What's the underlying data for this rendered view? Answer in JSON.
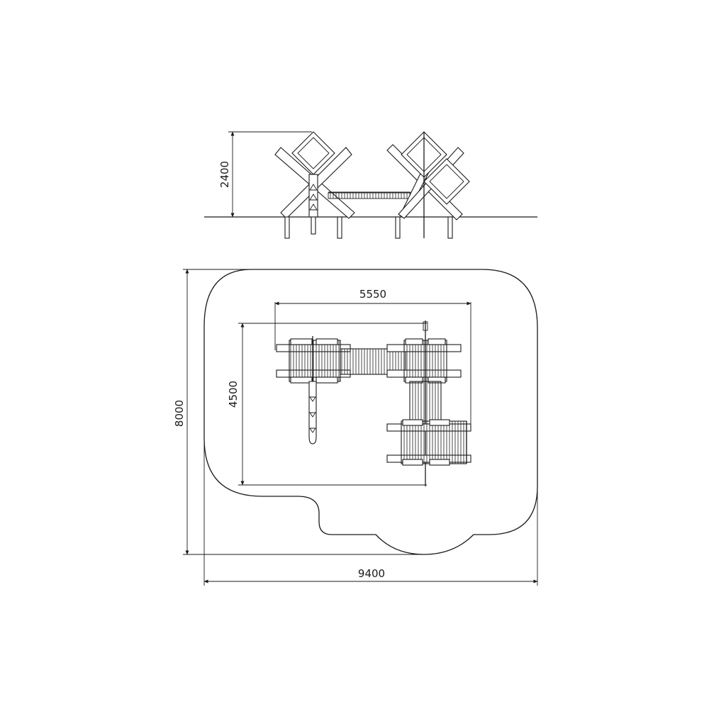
{
  "colors": {
    "stroke": "#1a1a1a",
    "background": "#ffffff"
  },
  "dimensions": {
    "height": "2400",
    "depth": "8000",
    "width": "9400",
    "span_top": "5550",
    "span_left": "4500"
  }
}
